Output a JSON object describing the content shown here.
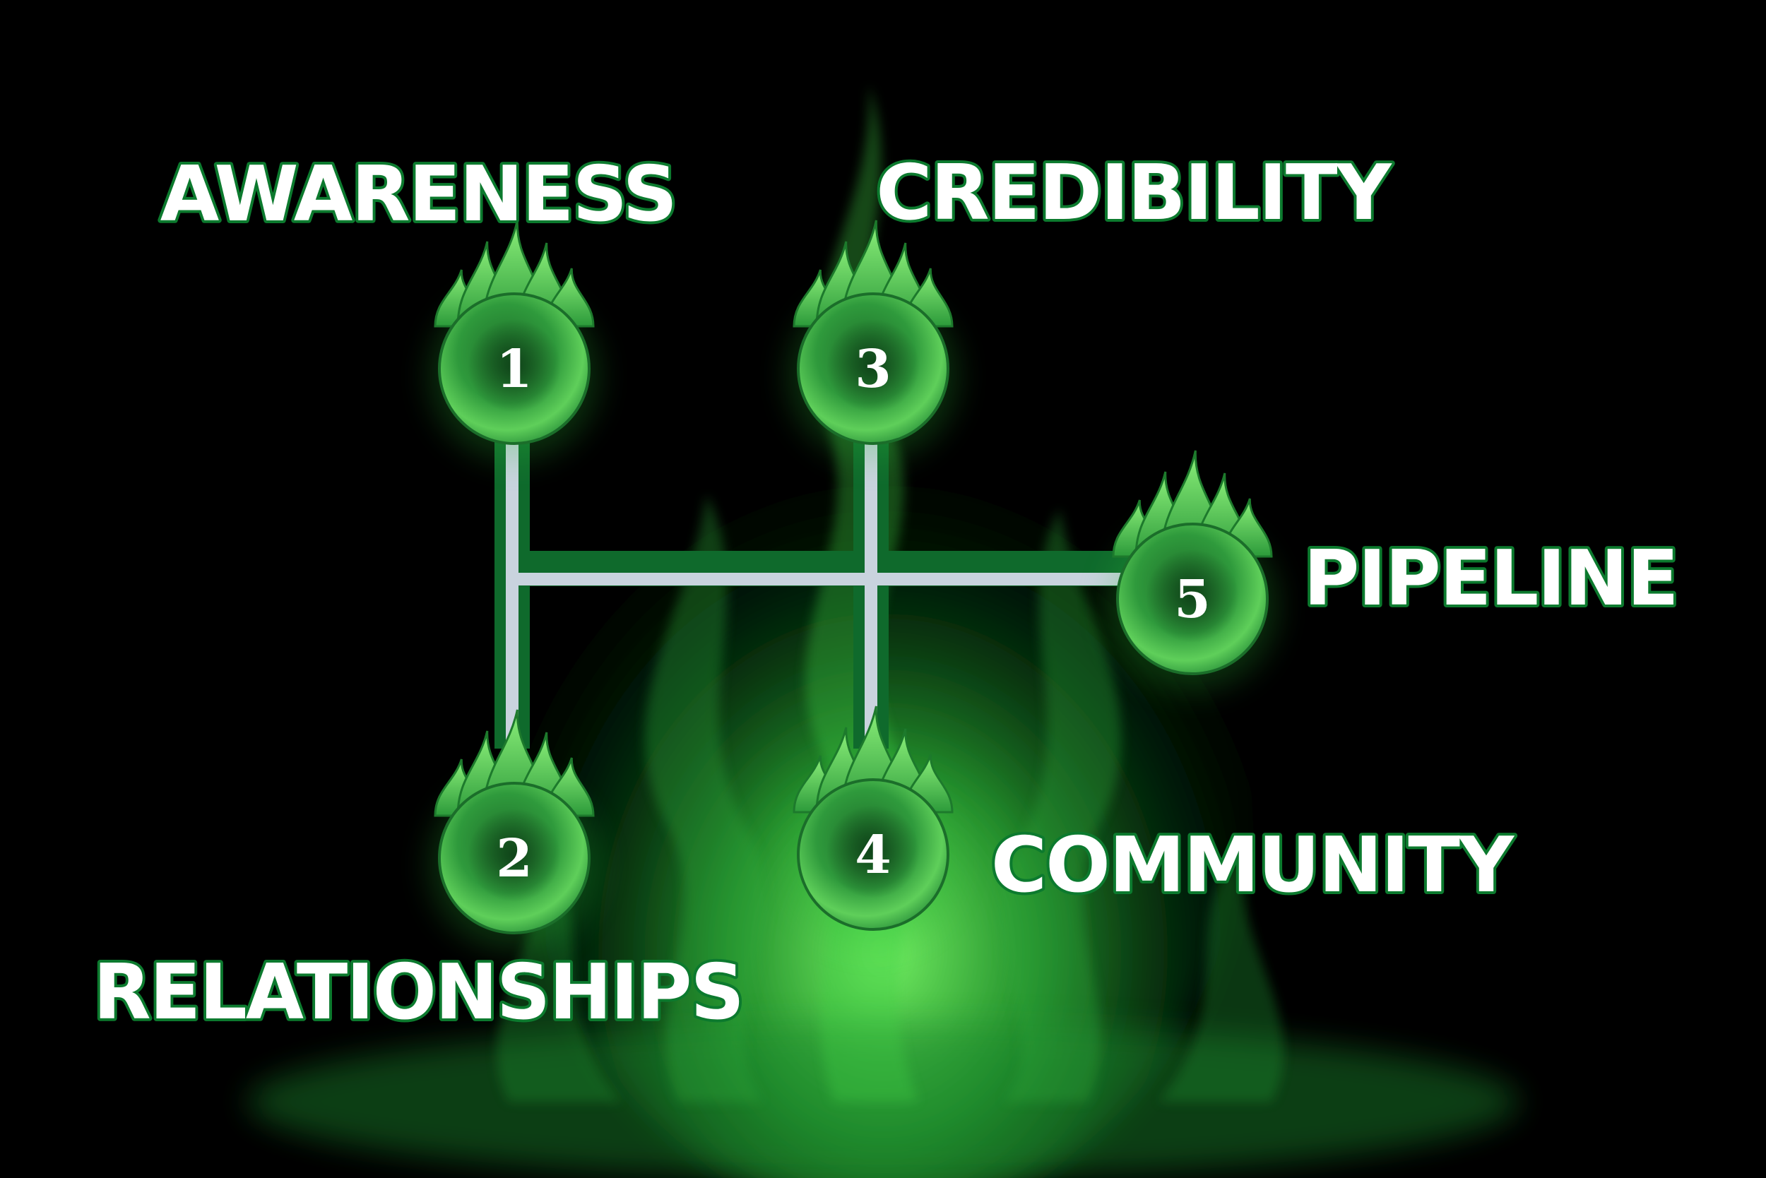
{
  "colors": {
    "background": "#000000",
    "flame_bright": "#5ce05a",
    "flame_mid": "#2fa83a",
    "flame_dark": "#0b4d1c",
    "track": "#c9d3de",
    "track_border": "#0f6a2c",
    "label_fill": "#ffffff",
    "label_stroke": "#0c7a2e"
  },
  "gears": [
    {
      "number": "1",
      "label": "AWARENESS"
    },
    {
      "number": "2",
      "label": "RELATIONSHIPS"
    },
    {
      "number": "3",
      "label": "CREDIBILITY"
    },
    {
      "number": "4",
      "label": "COMMUNITY"
    },
    {
      "number": "5",
      "label": "PIPELINE"
    }
  ]
}
